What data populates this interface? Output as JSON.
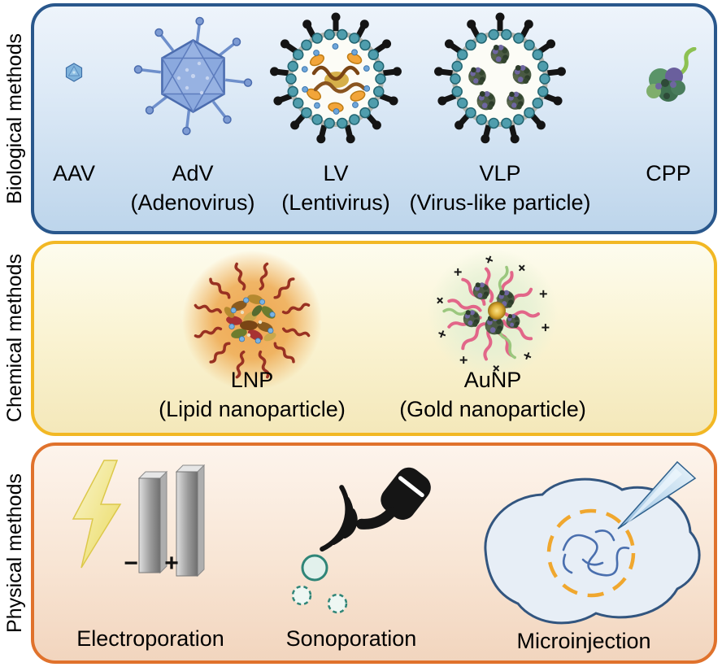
{
  "panels": {
    "biological": {
      "side_label": "Biological methods",
      "items": [
        {
          "label": "AAV"
        },
        {
          "label": "AdV",
          "sublabel": "(Adenovirus)"
        },
        {
          "label": "LV",
          "sublabel": "(Lentivirus)"
        },
        {
          "label": "VLP",
          "sublabel": "(Virus-like particle)"
        },
        {
          "label": "CPP"
        }
      ]
    },
    "chemical": {
      "side_label": "Chemical methods",
      "items": [
        {
          "label": "LNP",
          "sublabel": "(Lipid nanoparticle)"
        },
        {
          "label": "AuNP",
          "sublabel": "(Gold nanoparticle)"
        }
      ]
    },
    "physical": {
      "side_label": "Physical methods",
      "items": [
        {
          "label": "Electroporation"
        },
        {
          "label": "Sonoporation"
        },
        {
          "label": "Microinjection"
        }
      ],
      "electrode_labels": {
        "minus": "−",
        "plus": "+"
      }
    }
  },
  "colors": {
    "biological_border": "#29578c",
    "chemical_border": "#f2b824",
    "physical_border": "#e0722c"
  }
}
